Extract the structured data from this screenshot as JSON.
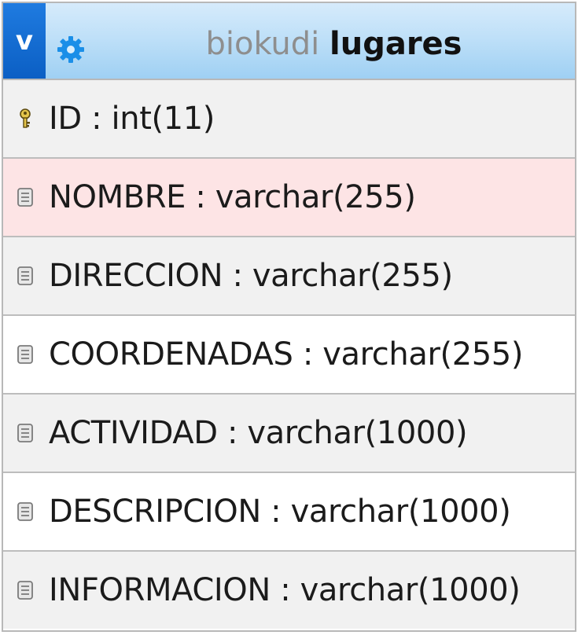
{
  "header": {
    "toggle_label": "v",
    "db_name": "biokudi",
    "table_name": "lugares",
    "accent_color": "#0b5fc4",
    "gear_icon": "gear-icon"
  },
  "columns": [
    {
      "name": "ID",
      "type": "int(11)",
      "sep": " : ",
      "icon": "key-icon",
      "primary": true,
      "highlight": false
    },
    {
      "name": "NOMBRE",
      "type": "varchar(255)",
      "sep": " : ",
      "icon": "column-icon",
      "primary": false,
      "highlight": true
    },
    {
      "name": "DIRECCION",
      "type": "varchar(255)",
      "sep": " : ",
      "icon": "column-icon",
      "primary": false,
      "highlight": false
    },
    {
      "name": "COORDENADAS",
      "type": "varchar(255)",
      "sep": " : ",
      "icon": "column-icon",
      "primary": false,
      "highlight": false
    },
    {
      "name": "ACTIVIDAD",
      "type": "varchar(1000)",
      "sep": " : ",
      "icon": "column-icon",
      "primary": false,
      "highlight": false
    },
    {
      "name": "DESCRIPCION",
      "type": "varchar(1000)",
      "sep": " : ",
      "icon": "column-icon",
      "primary": false,
      "highlight": false
    },
    {
      "name": "INFORMACION",
      "type": "varchar(1000)",
      "sep": " : ",
      "icon": "column-icon",
      "primary": false,
      "highlight": false
    }
  ],
  "colors": {
    "highlight_row": "#fde4e5",
    "alt_row": "#f1f1f1",
    "header_gradient_end": "#9fd0f3"
  }
}
